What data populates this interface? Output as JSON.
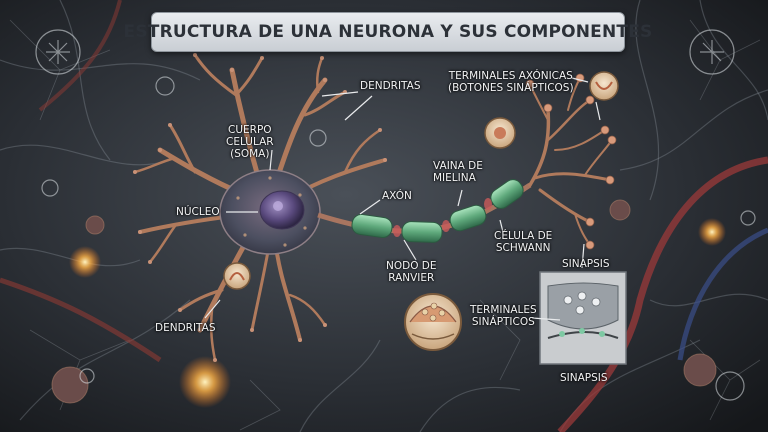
{
  "title": "ESTRUCTURA DE UNA NEURONA Y SUS COMPONENTES",
  "labels": {
    "dendritas_top": "DENDRITAS",
    "cuerpo": [
      "CUERPO",
      "CELULAR",
      "(SOMA)"
    ],
    "nucleo": "NÚCLEO",
    "dendritas_bottom": "DENDRITAS",
    "axon": "AXÓN",
    "vaina": [
      "VAINA DE",
      "MIELINA"
    ],
    "nodo": [
      "NODO DE",
      "RANVIER"
    ],
    "terminales_axonicas": [
      "TERMINALES AXÓNICAS",
      "(BOTONES SINÁPTICOS)"
    ],
    "celula_schwann": [
      "CÉLULA DE",
      "SCHWANN"
    ],
    "sinapsis_top": "SINAPSIS",
    "terminales_sinapticos": [
      "TERMINALES",
      "SINÁPTICOS"
    ],
    "sinapsis_bottom": "SINAPSIS"
  },
  "colors": {
    "background": "#1b1e22",
    "dendrite": "#b07a5c",
    "myelin": "#6fb58a",
    "nucleus": "#5a4a7e",
    "glow": "#ffb347"
  }
}
